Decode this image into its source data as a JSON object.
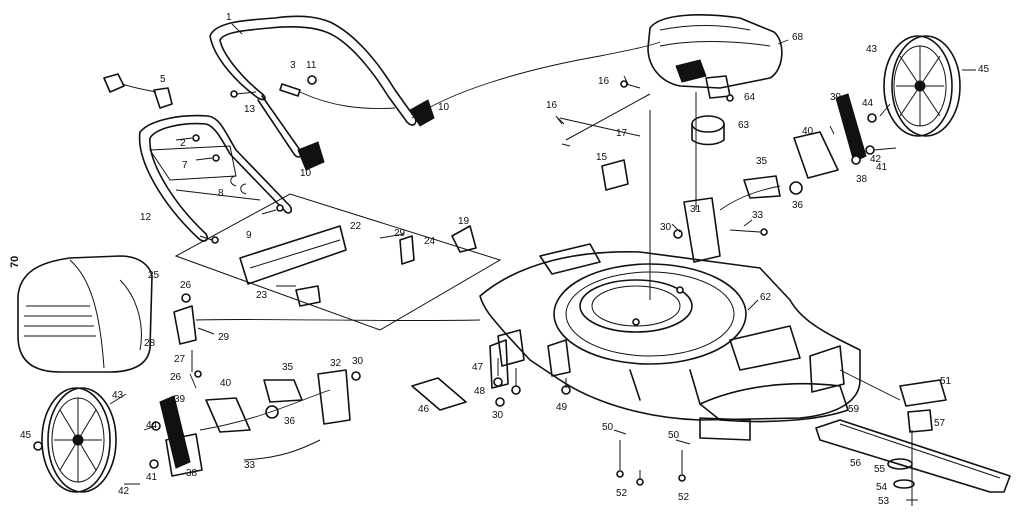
{
  "side_label": "70",
  "callouts": [
    {
      "id": "c1",
      "text": "1"
    },
    {
      "id": "c3",
      "text": "3"
    },
    {
      "id": "c11",
      "text": "11"
    },
    {
      "id": "c13",
      "text": "13"
    },
    {
      "id": "c10a",
      "text": "10"
    },
    {
      "id": "c10b",
      "text": "10"
    },
    {
      "id": "c5",
      "text": "5"
    },
    {
      "id": "c2",
      "text": "2"
    },
    {
      "id": "c7",
      "text": "7"
    },
    {
      "id": "c8",
      "text": "8"
    },
    {
      "id": "c12",
      "text": "12"
    },
    {
      "id": "c9",
      "text": "9"
    },
    {
      "id": "c22",
      "text": "22"
    },
    {
      "id": "c29a",
      "text": "29"
    },
    {
      "id": "c24",
      "text": "24"
    },
    {
      "id": "c19",
      "text": "19"
    },
    {
      "id": "c23",
      "text": "23"
    },
    {
      "id": "c25",
      "text": "25"
    },
    {
      "id": "c26a",
      "text": "26"
    },
    {
      "id": "c28",
      "text": "28"
    },
    {
      "id": "c29b",
      "text": "29"
    },
    {
      "id": "c27",
      "text": "27"
    },
    {
      "id": "c26b",
      "text": "26"
    },
    {
      "id": "c43a",
      "text": "43"
    },
    {
      "id": "c45a",
      "text": "45"
    },
    {
      "id": "c44a",
      "text": "44"
    },
    {
      "id": "c39a",
      "text": "39"
    },
    {
      "id": "c40a",
      "text": "40"
    },
    {
      "id": "c35a",
      "text": "35"
    },
    {
      "id": "c32",
      "text": "32"
    },
    {
      "id": "c30a",
      "text": "30"
    },
    {
      "id": "c36a",
      "text": "36"
    },
    {
      "id": "c38a",
      "text": "38"
    },
    {
      "id": "c41a",
      "text": "41"
    },
    {
      "id": "c42a",
      "text": "42"
    },
    {
      "id": "c33a",
      "text": "33"
    },
    {
      "id": "c46",
      "text": "46"
    },
    {
      "id": "c47",
      "text": "47"
    },
    {
      "id": "c48",
      "text": "48"
    },
    {
      "id": "c30b",
      "text": "30"
    },
    {
      "id": "c49",
      "text": "49"
    },
    {
      "id": "c50a",
      "text": "50"
    },
    {
      "id": "c52a",
      "text": "52"
    },
    {
      "id": "c50b",
      "text": "50"
    },
    {
      "id": "c52b",
      "text": "52"
    },
    {
      "id": "c68",
      "text": "68"
    },
    {
      "id": "c16a",
      "text": "16"
    },
    {
      "id": "c16b",
      "text": "16"
    },
    {
      "id": "c17",
      "text": "17"
    },
    {
      "id": "c64",
      "text": "64"
    },
    {
      "id": "c63",
      "text": "63"
    },
    {
      "id": "c15",
      "text": "15"
    },
    {
      "id": "c43b",
      "text": "43"
    },
    {
      "id": "c45b",
      "text": "45"
    },
    {
      "id": "c39b",
      "text": "39"
    },
    {
      "id": "c44b",
      "text": "44"
    },
    {
      "id": "c40b",
      "text": "40"
    },
    {
      "id": "c42b",
      "text": "42"
    },
    {
      "id": "c41b",
      "text": "41"
    },
    {
      "id": "c38b",
      "text": "38"
    },
    {
      "id": "c35b",
      "text": "35"
    },
    {
      "id": "c36b",
      "text": "36"
    },
    {
      "id": "c31",
      "text": "31"
    },
    {
      "id": "c33b",
      "text": "33"
    },
    {
      "id": "c30c",
      "text": "30"
    },
    {
      "id": "c62",
      "text": "62"
    },
    {
      "id": "c51",
      "text": "51"
    },
    {
      "id": "c59",
      "text": "59"
    },
    {
      "id": "c57",
      "text": "57"
    },
    {
      "id": "c56",
      "text": "56"
    },
    {
      "id": "c55",
      "text": "55"
    },
    {
      "id": "c54",
      "text": "54"
    },
    {
      "id": "c53",
      "text": "53"
    }
  ]
}
